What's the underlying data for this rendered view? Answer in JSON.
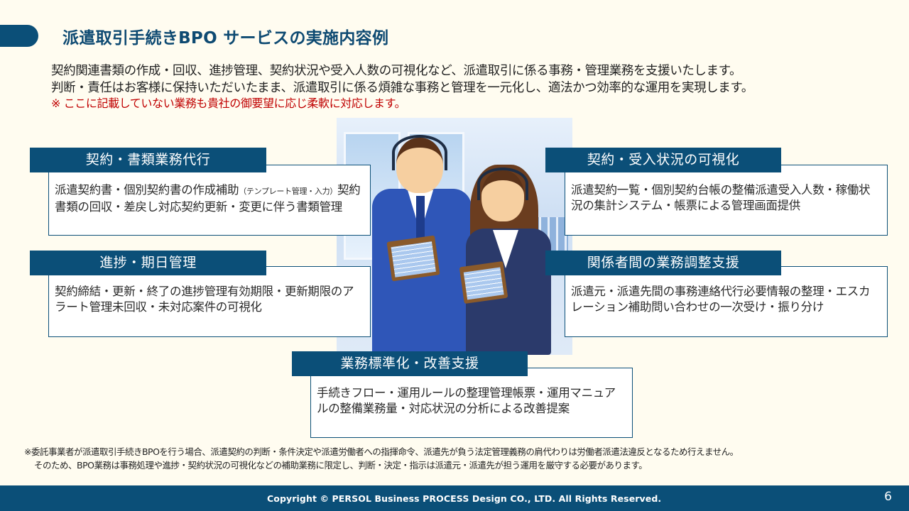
{
  "slide": {
    "title": "派遣取引手続きBPO サービスの実施内容例",
    "intro": {
      "line1": "契約関連書類の作成・回収、進捗管理、契約状況や受入人数の可視化など、派遣取引に係る事務・管理業務を支援いたします。",
      "line2": "判断・責任はお客様に保持いただいたまま、派遣取引に係る煩雑な事務と管理を一元化し、適法かつ効率的な運用を実現します。",
      "note": "※ ここに記載していない業務も貴社の御要望に応じ柔軟に対応します。"
    },
    "illustration": {
      "description": "two-business-staff-with-headsets-and-clipboards"
    },
    "cards": [
      {
        "title": "契約・書類業務代行",
        "body_main": "派遣契約書・個別契約書の作成補助",
        "body_small": "（テンプレート管理・入力）",
        "body_rest": "契約書類の回収・差戻し対応契約更新・変更に伴う書類管理"
      },
      {
        "title": "契約・受入状況の可視化",
        "body": "派遣契約一覧・個別契約台帳の整備派遣受入人数・稼働状況の集計システム・帳票による管理画面提供"
      },
      {
        "title": "進捗・期日管理",
        "body": "契約締結・更新・終了の進捗管理有効期限・更新期限のアラート管理未回収・未対応案件の可視化"
      },
      {
        "title": "関係者間の業務調整支援",
        "body": "派遣元・派遣先間の事務連絡代行必要情報の整理・エスカレーション補助問い合わせの一次受け・振り分け"
      },
      {
        "title": "業務標準化・改善支援",
        "body": "手続きフロー・運用ルールの整理管理帳票・運用マニュアルの整備業務量・対応状況の分析による改善提案"
      }
    ],
    "disclaimer": {
      "line1": "※委託事業者が派遣取引手続きBPOを行う場合、派遣契約の判断・条件決定や派遣労働者への指揮命令、派遣先が負う法定管理義務の肩代わりは労働者派遣法違反となるため行えません。",
      "line2": "そのため、BPO業務は事務処理や進捗・契約状況の可視化などの補助業務に限定し、判断・決定・指示は派遣元・派遣先が担う運用を厳守する必要があります。"
    },
    "footer": {
      "copyright": "Copyright © PERSOL Business PROCESS Design CO., LTD. All Rights Reserved.",
      "page_number": "6"
    },
    "colors": {
      "primary": "#0b4f78",
      "background": "#fffcf0",
      "note_red": "#c00000"
    }
  }
}
